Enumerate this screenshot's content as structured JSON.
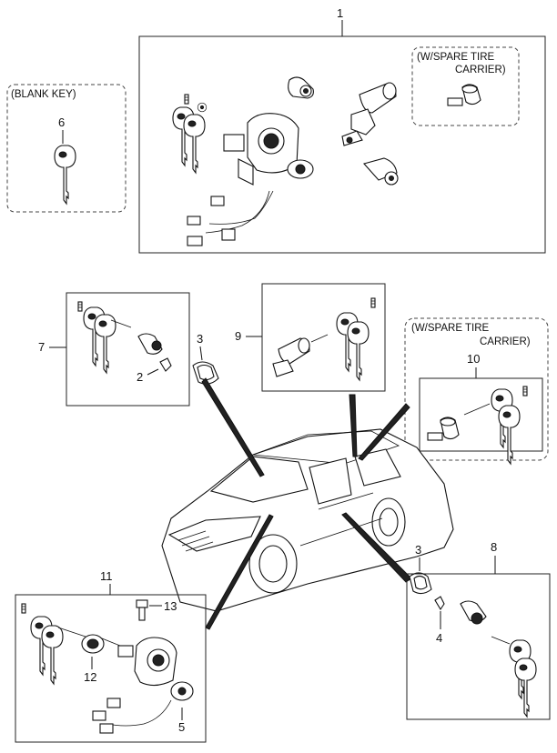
{
  "callouts": {
    "c1": "1",
    "c2": "2",
    "c3a": "3",
    "c3b": "3",
    "c4": "4",
    "c5": "5",
    "c6": "6",
    "c7": "7",
    "c8": "8",
    "c9": "9",
    "c10": "10",
    "c11": "11",
    "c12": "12",
    "c13": "13"
  },
  "captions": {
    "blank_key": "(BLANK KEY)",
    "spare_tire_top_1": "(W/SPARE TIRE",
    "spare_tire_top_2": "CARRIER)",
    "spare_tire_mid_1": "(W/SPARE TIRE",
    "spare_tire_mid_2": "CARRIER)"
  }
}
